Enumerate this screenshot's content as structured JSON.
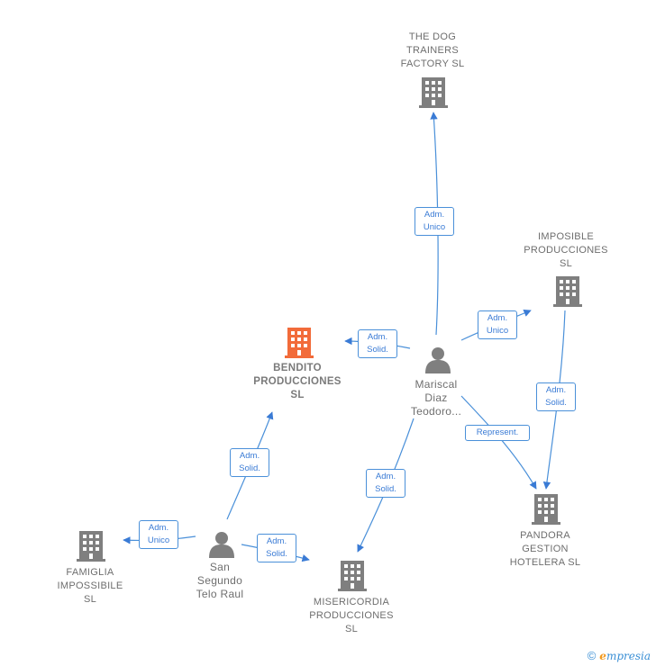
{
  "colors": {
    "edge": "#4a90d9",
    "node": "#7f7f7f",
    "focus": "#f26b3a"
  },
  "nodes": {
    "dog_trainers": {
      "label": [
        "THE DOG",
        "TRAINERS",
        "FACTORY  SL"
      ],
      "icon": "building-icon"
    },
    "imposible": {
      "label": [
        "IMPOSIBLE",
        "PRODUCCIONES",
        "SL"
      ],
      "icon": "building-icon"
    },
    "bendito": {
      "label": [
        "BENDITO",
        "PRODUCCIONES",
        "SL"
      ],
      "icon": "building-icon"
    },
    "mariscal": {
      "label": [
        "Mariscal",
        "Diaz",
        "Teodoro..."
      ],
      "icon": "person-icon"
    },
    "pandora": {
      "label": [
        "PANDORA",
        "GESTION",
        "HOTELERA  SL"
      ],
      "icon": "building-icon"
    },
    "famiglia": {
      "label": [
        "FAMIGLIA",
        "IMPOSSIBILE",
        "SL"
      ],
      "icon": "building-icon"
    },
    "san_segundo": {
      "label": [
        "San",
        "Segundo",
        "Telo Raul"
      ],
      "icon": "person-icon"
    },
    "misericordia": {
      "label": [
        "MISERICORDIA",
        "PRODUCCIONES",
        "SL"
      ],
      "icon": "building-icon"
    }
  },
  "edges": {
    "e1": {
      "label": [
        "Adm.",
        "Unico"
      ]
    },
    "e2": {
      "label": [
        "Adm.",
        "Unico"
      ]
    },
    "e3": {
      "label": [
        "Adm.",
        "Solid."
      ]
    },
    "e4": {
      "label": [
        "Adm.",
        "Solid."
      ]
    },
    "e5": {
      "label": [
        "Represent."
      ]
    },
    "e6": {
      "label": [
        "Adm.",
        "Solid."
      ]
    },
    "e7": {
      "label": [
        "Adm.",
        "Solid."
      ]
    },
    "e8": {
      "label": [
        "Adm.",
        "Unico"
      ]
    },
    "e9": {
      "label": [
        "Adm.",
        "Solid."
      ]
    }
  },
  "footer": {
    "copyright": "©",
    "brand_initial": "e",
    "brand_rest": "mpresia"
  }
}
